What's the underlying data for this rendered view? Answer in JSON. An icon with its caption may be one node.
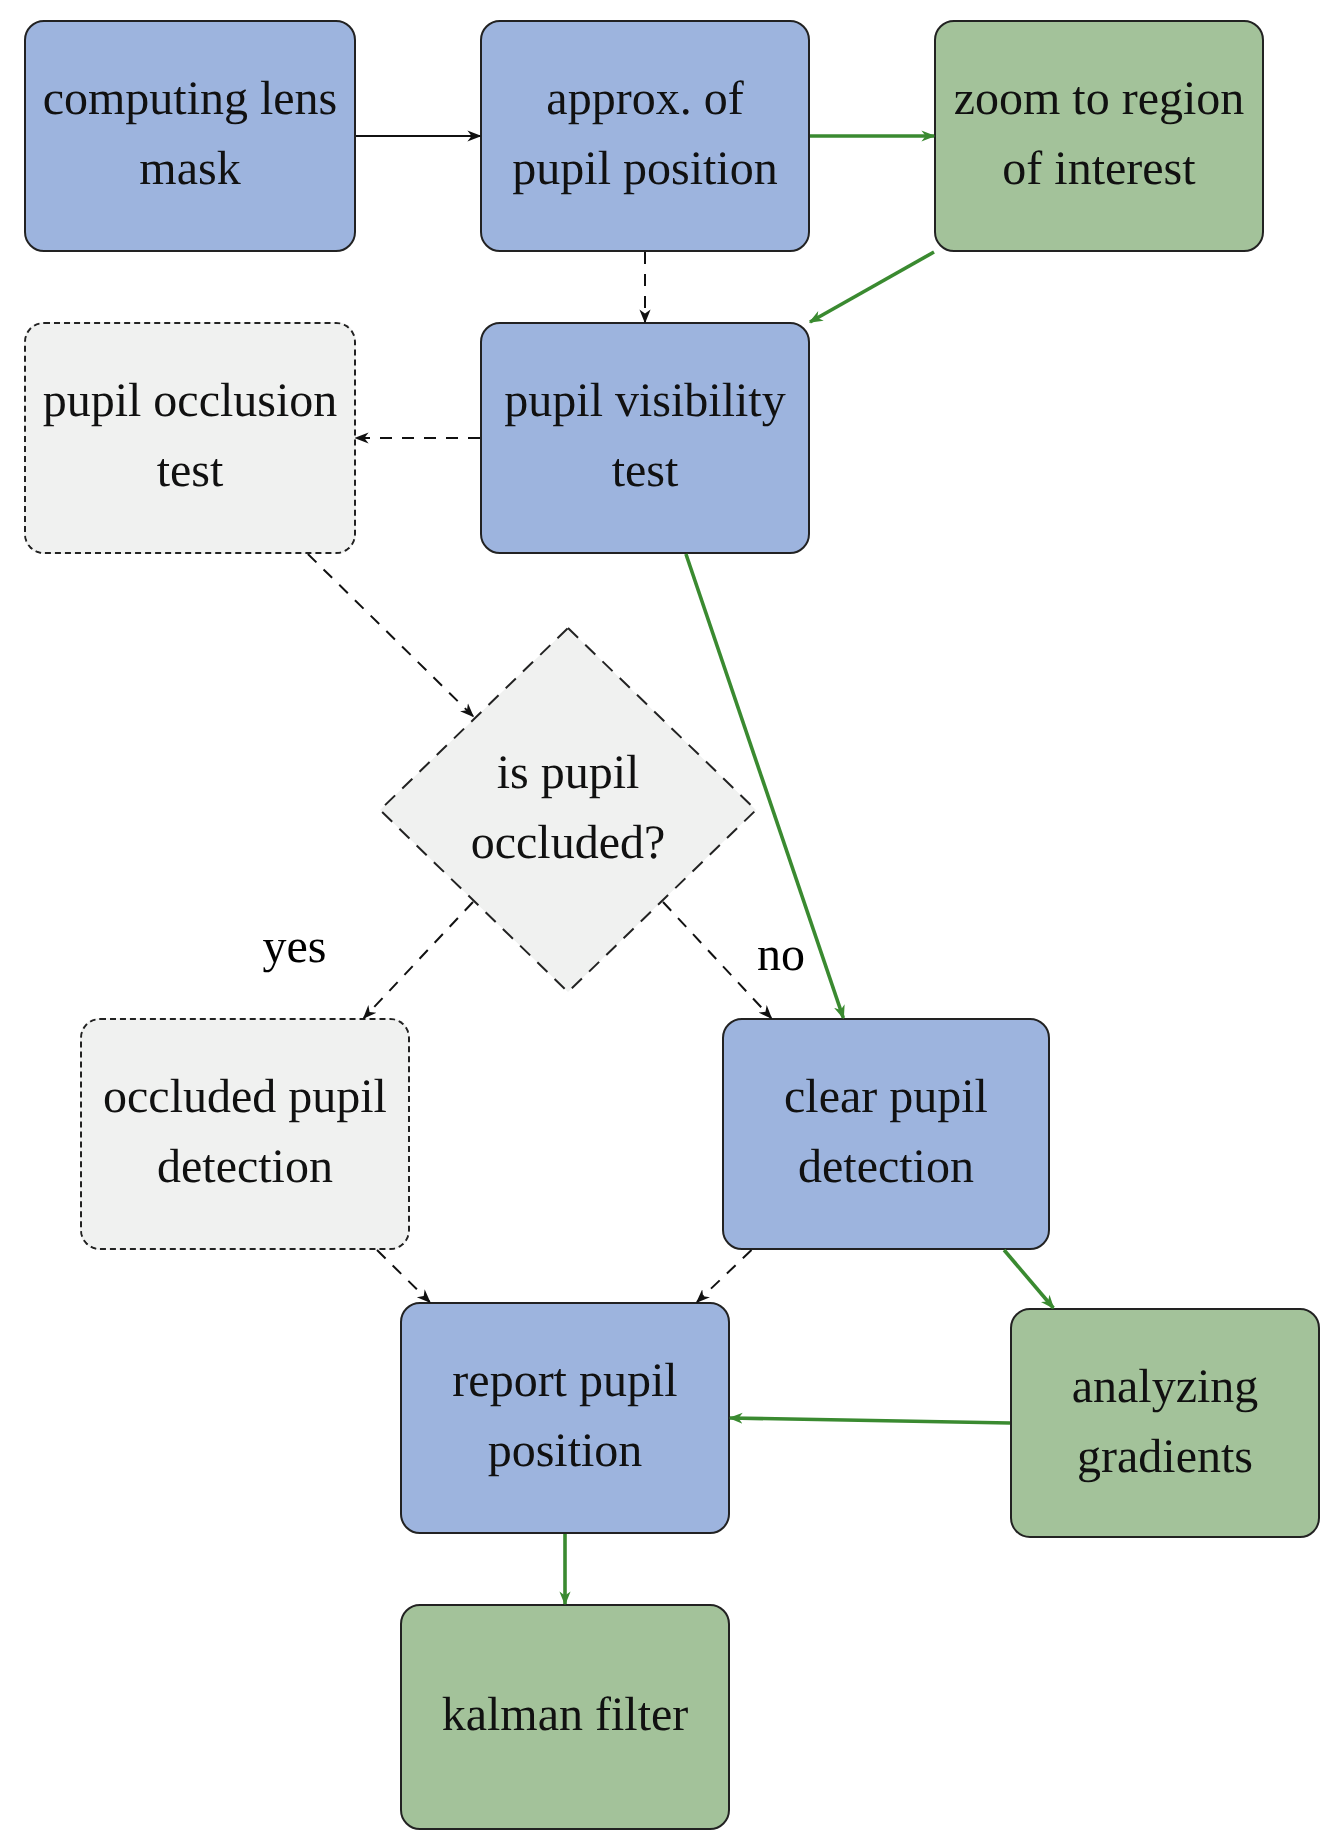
{
  "diagram": {
    "nodes": [
      {
        "text": [
          "computing lens mask"
        ]
      },
      {
        "text": [
          "approx. of pupil position"
        ]
      },
      {
        "text": [
          "zoom to region of interest"
        ]
      },
      {
        "text": [
          "pupil visibility test"
        ]
      },
      {
        "text": [
          "pupil occlusion test"
        ]
      },
      {
        "text": [
          "is pupil occluded?"
        ]
      },
      {
        "text": [
          "occluded pupil detection"
        ]
      },
      {
        "text": [
          "clear pupil detection"
        ]
      },
      {
        "text": [
          "report pupil position"
        ]
      },
      {
        "text": [
          "analyzing gradients"
        ]
      },
      {
        "text": [
          "kalman filter"
        ]
      }
    ],
    "edges": [
      {
        "from": 0,
        "to": 1,
        "arrow": "to"
      },
      {
        "from": 1,
        "to": 2,
        "arrow": "to",
        "color": "#3a8a30"
      },
      {
        "from": 2,
        "to": 3,
        "arrow": "to",
        "color": "#3a8a30"
      },
      {
        "from": 1,
        "to": 3,
        "arrow": "to",
        "style": "dashed"
      },
      {
        "from": 3,
        "to": 4,
        "arrow": "to",
        "style": "dashed"
      },
      {
        "from": 4,
        "to": 5,
        "arrow": "to",
        "style": "dashed"
      },
      {
        "from": 3,
        "to": 7,
        "arrow": "to",
        "color": "#3a8a30"
      },
      {
        "from": 5,
        "to": 6,
        "arrow": "to",
        "style": "dashed",
        "label": "yes"
      },
      {
        "from": 5,
        "to": 7,
        "arrow": "to",
        "style": "dashed",
        "label": "no"
      },
      {
        "from": 6,
        "to": 8,
        "arrow": "to",
        "style": "dashed"
      },
      {
        "from": 7,
        "to": 8,
        "arrow": "to",
        "style": "dashed"
      },
      {
        "from": 7,
        "to": 9,
        "arrow": "to",
        "color": "#3a8a30"
      },
      {
        "from": 9,
        "to": 8,
        "arrow": "to",
        "color": "#3a8a30"
      },
      {
        "from": 8,
        "to": 10,
        "arrow": "to",
        "color": "#3a8a30"
      }
    ]
  }
}
